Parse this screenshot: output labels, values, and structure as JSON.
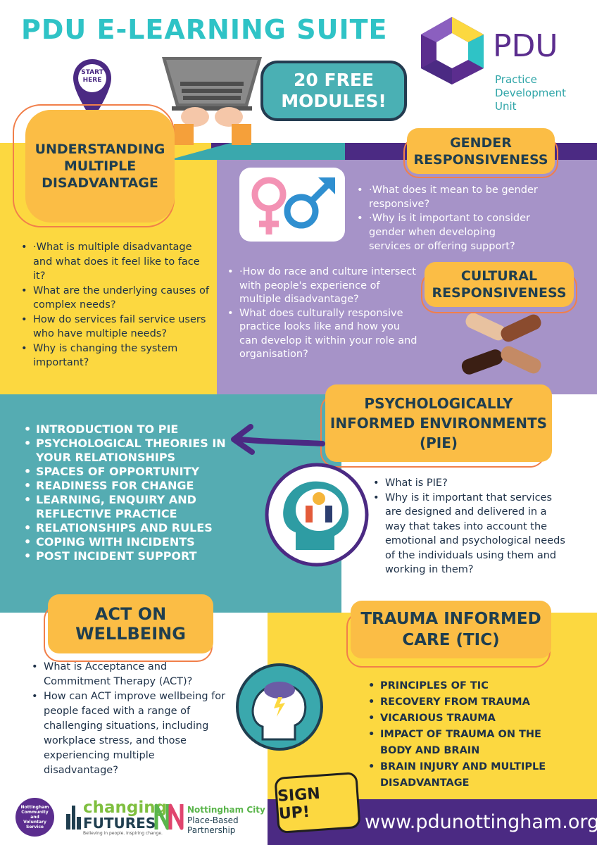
{
  "header": {
    "title": "PDU E-LEARNING SUITE",
    "free_badge": "20 FREE MODULES!",
    "start_pin": "START HERE",
    "logo_name": "PDU",
    "logo_subtitle_1": "Practice",
    "logo_subtitle_2": "Development",
    "logo_subtitle_3": "Unit"
  },
  "colors": {
    "teal": "#2fc3c6",
    "purple": "#4b2a83",
    "yellow": "#fcd840",
    "orange": "#fbbd45",
    "navy": "#1f3e4f"
  },
  "modules": {
    "umd": {
      "title": "UNDERSTANDING MULTIPLE DISADVANTAGE",
      "items": [
        "·What is multiple disadvantage and what does it feel like to face it?",
        "What are the underlying causes of complex needs?",
        "How do services fail service users who have multiple needs?",
        "Why is changing the system important?"
      ]
    },
    "gender": {
      "title": "GENDER RESPONSIVENESS",
      "items": [
        "·What does it mean to be gender responsive?",
        "·Why is it important to consider gender when developing services or offering support?"
      ]
    },
    "cultural": {
      "title": "CULTURAL RESPONSIVENESS",
      "items": [
        "·How do race and culture intersect with people's experience of multiple disadvantage?",
        "What does culturally responsive practice looks like and how you can develop it within your role and organisation?"
      ]
    },
    "pie": {
      "title": "PSYCHOLOGICALLY INFORMED ENVIRONMENTS (PIE)",
      "topics": [
        "INTRODUCTION TO PIE",
        "PSYCHOLOGICAL THEORIES IN YOUR RELATIONSHIPS",
        "SPACES OF OPPORTUNITY",
        "READINESS FOR CHANGE",
        "LEARNING, ENQUIRY AND REFLECTIVE PRACTICE",
        "RELATIONSHIPS AND RULES",
        "COPING WITH INCIDENTS",
        "POST INCIDENT SUPPORT"
      ],
      "items": [
        "What is PIE?",
        "Why is it important that services are designed and delivered in a way that takes into account the emotional and psychological needs of the individuals using them and working in them?"
      ]
    },
    "act": {
      "title": "ACT ON WELLBEING",
      "items": [
        "What is Acceptance and Commitment Therapy (ACT)?",
        "How can ACT improve wellbeing for people faced with a range of challenging situations, including workplace stress, and those experiencing multiple disadvantage?"
      ]
    },
    "tic": {
      "title": "TRAUMA INFORMED CARE (TIC)",
      "topics": [
        "PRINCIPLES OF TIC",
        "RECOVERY FROM TRAUMA",
        "VICARIOUS TRAUMA",
        "IMPACT OF TRAUMA ON THE BODY AND BRAIN",
        "BRAIN INJURY AND MULTIPLE DISADVANTAGE"
      ]
    }
  },
  "footer": {
    "signup": "SIGN UP!",
    "url": "www.pdunottingham.org",
    "ncvs": "Nottingham Community and Voluntary Service",
    "cf_1": "changing",
    "cf_2": "FUTURES",
    "cf_tag": "Believing in people. Inspiring change.",
    "ncp_1": "Nottingham City",
    "ncp_2": "Place-Based",
    "ncp_3": "Partnership"
  },
  "icons": [
    "location-pin-icon",
    "laptop-typing-icon",
    "gender-symbols-icon",
    "joined-hands-icon",
    "head-lightbulb-icon",
    "arrow-left-icon",
    "head-storm-cloud-icon",
    "pdu-hexagon-logo"
  ]
}
